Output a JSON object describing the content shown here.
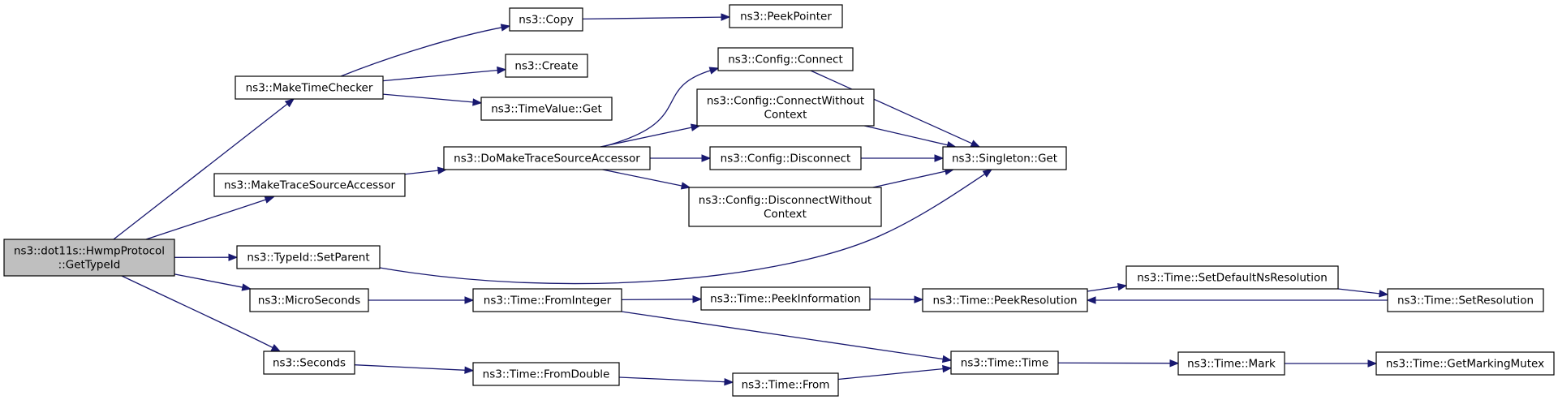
{
  "edge_color": "#191970",
  "root_fill": "#bfbfbf",
  "nodes": [
    {
      "id": "root",
      "lines": [
        "ns3::dot11s::HwmpProtocol",
        "::GetTypeId"
      ],
      "root": true
    },
    {
      "id": "maketimechecker",
      "lines": [
        "ns3::MakeTimeChecker"
      ]
    },
    {
      "id": "copy",
      "lines": [
        "ns3::Copy"
      ]
    },
    {
      "id": "peekpointer",
      "lines": [
        "ns3::PeekPointer"
      ]
    },
    {
      "id": "create",
      "lines": [
        "ns3::Create"
      ]
    },
    {
      "id": "timevalueget",
      "lines": [
        "ns3::TimeValue::Get"
      ]
    },
    {
      "id": "maketracesource",
      "lines": [
        "ns3::MakeTraceSourceAccessor"
      ]
    },
    {
      "id": "domaketrace",
      "lines": [
        "ns3::DoMakeTraceSourceAccessor"
      ]
    },
    {
      "id": "connect",
      "lines": [
        "ns3::Config::Connect"
      ]
    },
    {
      "id": "connectwc",
      "lines": [
        "ns3::Config::ConnectWithout",
        "Context"
      ]
    },
    {
      "id": "disconnect",
      "lines": [
        "ns3::Config::Disconnect"
      ]
    },
    {
      "id": "disconnectwc",
      "lines": [
        "ns3::Config::DisconnectWithout",
        "Context"
      ]
    },
    {
      "id": "singleton",
      "lines": [
        "ns3::Singleton::Get"
      ]
    },
    {
      "id": "setparent",
      "lines": [
        "ns3::TypeId::SetParent"
      ]
    },
    {
      "id": "microseconds",
      "lines": [
        "ns3::MicroSeconds"
      ]
    },
    {
      "id": "frominteger",
      "lines": [
        "ns3::Time::FromInteger"
      ]
    },
    {
      "id": "peekinformation",
      "lines": [
        "ns3::Time::PeekInformation"
      ]
    },
    {
      "id": "peekresolution",
      "lines": [
        "ns3::Time::PeekResolution"
      ]
    },
    {
      "id": "setdefaultns",
      "lines": [
        "ns3::Time::SetDefaultNsResolution"
      ]
    },
    {
      "id": "setresolution",
      "lines": [
        "ns3::Time::SetResolution"
      ]
    },
    {
      "id": "seconds",
      "lines": [
        "ns3::Seconds"
      ]
    },
    {
      "id": "fromdouble",
      "lines": [
        "ns3::Time::FromDouble"
      ]
    },
    {
      "id": "from",
      "lines": [
        "ns3::Time::From"
      ]
    },
    {
      "id": "time",
      "lines": [
        "ns3::Time::Time"
      ]
    },
    {
      "id": "mark",
      "lines": [
        "ns3::Time::Mark"
      ]
    },
    {
      "id": "getmarkingmutex",
      "lines": [
        "ns3::Time::GetMarkingMutex"
      ]
    }
  ],
  "edges": [
    {
      "from": "root",
      "to": "maketimechecker"
    },
    {
      "from": "root",
      "to": "maketracesource"
    },
    {
      "from": "root",
      "to": "setparent"
    },
    {
      "from": "root",
      "to": "microseconds"
    },
    {
      "from": "root",
      "to": "seconds"
    },
    {
      "from": "maketimechecker",
      "to": "copy"
    },
    {
      "from": "maketimechecker",
      "to": "create"
    },
    {
      "from": "maketimechecker",
      "to": "timevalueget"
    },
    {
      "from": "copy",
      "to": "peekpointer"
    },
    {
      "from": "maketracesource",
      "to": "domaketrace"
    },
    {
      "from": "domaketrace",
      "to": "connect"
    },
    {
      "from": "domaketrace",
      "to": "connectwc"
    },
    {
      "from": "domaketrace",
      "to": "disconnect"
    },
    {
      "from": "domaketrace",
      "to": "disconnectwc"
    },
    {
      "from": "connect",
      "to": "singleton"
    },
    {
      "from": "connectwc",
      "to": "singleton"
    },
    {
      "from": "disconnect",
      "to": "singleton"
    },
    {
      "from": "disconnectwc",
      "to": "singleton"
    },
    {
      "from": "setparent",
      "to": "singleton"
    },
    {
      "from": "microseconds",
      "to": "frominteger"
    },
    {
      "from": "frominteger",
      "to": "peekinformation"
    },
    {
      "from": "frominteger",
      "to": "time"
    },
    {
      "from": "peekinformation",
      "to": "peekresolution"
    },
    {
      "from": "peekresolution",
      "to": "setdefaultns"
    },
    {
      "from": "setdefaultns",
      "to": "setresolution"
    },
    {
      "from": "setresolution",
      "to": "peekresolution"
    },
    {
      "from": "seconds",
      "to": "fromdouble"
    },
    {
      "from": "fromdouble",
      "to": "from"
    },
    {
      "from": "from",
      "to": "time"
    },
    {
      "from": "time",
      "to": "mark"
    },
    {
      "from": "mark",
      "to": "getmarkingmutex"
    }
  ]
}
